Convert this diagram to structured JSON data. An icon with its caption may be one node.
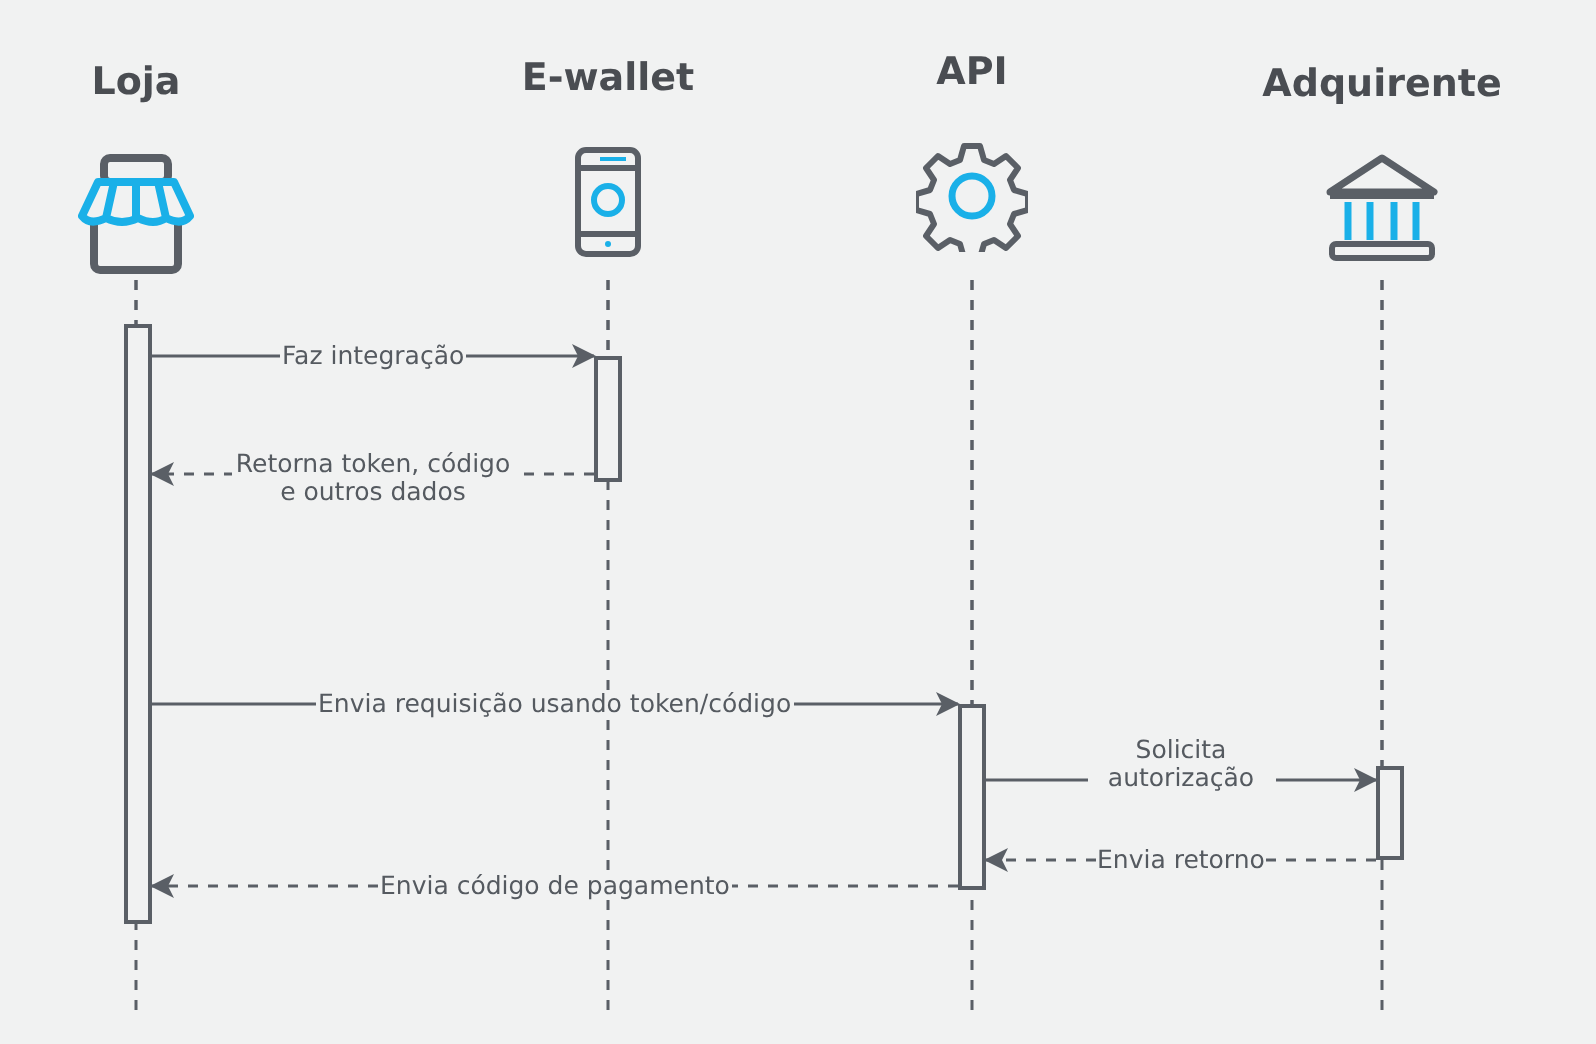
{
  "diagram": {
    "nodes": [
      {
        "text": [
          "Loja"
        ]
      },
      {
        "text": [
          "E-wallet"
        ]
      },
      {
        "text": [
          "API"
        ]
      },
      {
        "text": [
          "Adquirente"
        ]
      },
      {
        "text": [],
        "shape": "bar"
      },
      {
        "text": [],
        "shape": "bar"
      },
      {
        "text": [],
        "shape": "bar"
      },
      {
        "text": [],
        "shape": "bar"
      }
    ],
    "edges": [
      {
        "from": 0,
        "to": 4,
        "arrow": "none",
        "style": "dashed"
      },
      {
        "from": 1,
        "to": 5,
        "arrow": "none",
        "style": "dashed"
      },
      {
        "from": 2,
        "to": 6,
        "arrow": "none",
        "style": "dashed"
      },
      {
        "from": 3,
        "to": 7,
        "arrow": "none",
        "style": "dashed"
      },
      {
        "from": 4,
        "to": 5,
        "arrow": "to",
        "label": "Faz integração"
      },
      {
        "from": 5,
        "to": 4,
        "arrow": "to",
        "label": "Retorna token, código e outros dados",
        "style": "dashed"
      },
      {
        "from": 4,
        "to": 6,
        "arrow": "to",
        "label": "Envia requisição usando token/código"
      },
      {
        "from": 6,
        "to": 7,
        "arrow": "to",
        "label": "Solicita autorização"
      },
      {
        "from": 7,
        "to": 6,
        "arrow": "to",
        "label": "Envia retorno",
        "style": "dashed"
      },
      {
        "from": 6,
        "to": 4,
        "arrow": "to",
        "label": "Envia código de pagamento",
        "style": "dashed"
      }
    ]
  }
}
